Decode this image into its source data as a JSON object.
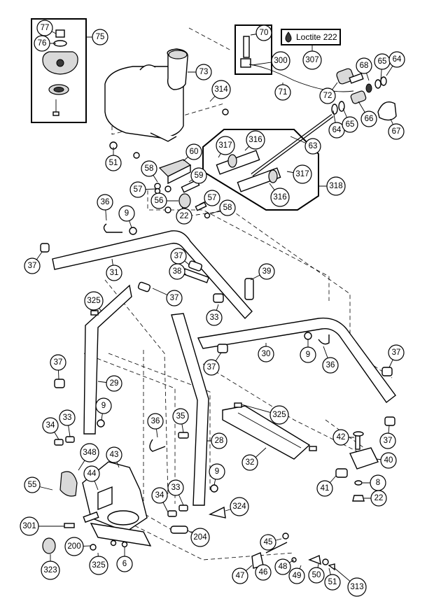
{
  "callout": {
    "loctite_label": "Loctite 222"
  },
  "parts": [
    {
      "id": "p77",
      "label": "77"
    },
    {
      "id": "p76",
      "label": "76"
    },
    {
      "id": "p75",
      "label": "75"
    },
    {
      "id": "p73",
      "label": "73"
    },
    {
      "id": "p314",
      "label": "314"
    },
    {
      "id": "p51a",
      "label": "51"
    },
    {
      "id": "p70",
      "label": "70"
    },
    {
      "id": "p300",
      "label": "300"
    },
    {
      "id": "p307",
      "label": "307"
    },
    {
      "id": "p71",
      "label": "71"
    },
    {
      "id": "p72",
      "label": "72"
    },
    {
      "id": "p68",
      "label": "68"
    },
    {
      "id": "p65a",
      "label": "65"
    },
    {
      "id": "p64a",
      "label": "64"
    },
    {
      "id": "p64b",
      "label": "64"
    },
    {
      "id": "p65b",
      "label": "65"
    },
    {
      "id": "p66",
      "label": "66"
    },
    {
      "id": "p67",
      "label": "67"
    },
    {
      "id": "p63",
      "label": "63"
    },
    {
      "id": "p317a",
      "label": "317"
    },
    {
      "id": "p316a",
      "label": "316"
    },
    {
      "id": "p317b",
      "label": "317"
    },
    {
      "id": "p316b",
      "label": "316"
    },
    {
      "id": "p318",
      "label": "318"
    },
    {
      "id": "p60",
      "label": "60"
    },
    {
      "id": "p58a",
      "label": "58"
    },
    {
      "id": "p59",
      "label": "59"
    },
    {
      "id": "p57a",
      "label": "57"
    },
    {
      "id": "p56",
      "label": "56"
    },
    {
      "id": "p57b",
      "label": "57"
    },
    {
      "id": "p58b",
      "label": "58"
    },
    {
      "id": "p22a",
      "label": "22"
    },
    {
      "id": "p36a",
      "label": "36"
    },
    {
      "id": "p9a",
      "label": "9"
    },
    {
      "id": "p37a",
      "label": "37"
    },
    {
      "id": "p31",
      "label": "31"
    },
    {
      "id": "p37b",
      "label": "37"
    },
    {
      "id": "p38",
      "label": "38"
    },
    {
      "id": "p39",
      "label": "39"
    },
    {
      "id": "p325a",
      "label": "325"
    },
    {
      "id": "p37c",
      "label": "37"
    },
    {
      "id": "p33a",
      "label": "33"
    },
    {
      "id": "p30",
      "label": "30"
    },
    {
      "id": "p9b",
      "label": "9"
    },
    {
      "id": "p36b",
      "label": "36"
    },
    {
      "id": "p37d",
      "label": "37"
    },
    {
      "id": "p37e",
      "label": "37"
    },
    {
      "id": "p37f",
      "label": "37"
    },
    {
      "id": "p29",
      "label": "29"
    },
    {
      "id": "p9c",
      "label": "9"
    },
    {
      "id": "p34a",
      "label": "34"
    },
    {
      "id": "p33b",
      "label": "33"
    },
    {
      "id": "p36c",
      "label": "36"
    },
    {
      "id": "p35",
      "label": "35"
    },
    {
      "id": "p325b",
      "label": "325"
    },
    {
      "id": "p37g",
      "label": "37"
    },
    {
      "id": "p28",
      "label": "28"
    },
    {
      "id": "p9d",
      "label": "9"
    },
    {
      "id": "p348",
      "label": "348"
    },
    {
      "id": "p43",
      "label": "43"
    },
    {
      "id": "p32",
      "label": "32"
    },
    {
      "id": "p42",
      "label": "42"
    },
    {
      "id": "p40",
      "label": "40"
    },
    {
      "id": "p55",
      "label": "55"
    },
    {
      "id": "p44",
      "label": "44"
    },
    {
      "id": "p41",
      "label": "41"
    },
    {
      "id": "p8",
      "label": "8"
    },
    {
      "id": "p22b",
      "label": "22"
    },
    {
      "id": "p34b",
      "label": "34"
    },
    {
      "id": "p33c",
      "label": "33"
    },
    {
      "id": "p324",
      "label": "324"
    },
    {
      "id": "p301",
      "label": "301"
    },
    {
      "id": "p204",
      "label": "204"
    },
    {
      "id": "p200",
      "label": "200"
    },
    {
      "id": "p45",
      "label": "45"
    },
    {
      "id": "p323",
      "label": "323"
    },
    {
      "id": "p325c",
      "label": "325"
    },
    {
      "id": "p6",
      "label": "6"
    },
    {
      "id": "p48",
      "label": "48"
    },
    {
      "id": "p47",
      "label": "47"
    },
    {
      "id": "p46",
      "label": "46"
    },
    {
      "id": "p49",
      "label": "49"
    },
    {
      "id": "p50",
      "label": "50"
    },
    {
      "id": "p51b",
      "label": "51"
    },
    {
      "id": "p313",
      "label": "313"
    }
  ]
}
